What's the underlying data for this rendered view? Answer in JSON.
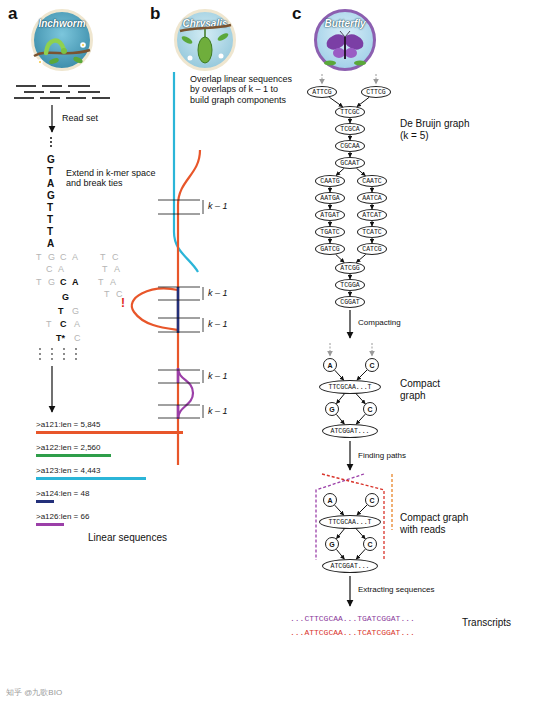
{
  "diagram": {
    "nodes": [
      {
        "text": [
          "Inchworm"
        ]
      },
      {
        "text": [
          "Chrysalis"
        ]
      },
      {
        "text": [
          "Butterfly"
        ]
      },
      {
        "text": [
          "ATTCG"
        ]
      },
      {
        "text": [
          "CTTCG"
        ]
      },
      {
        "text": [
          "TTCGC"
        ]
      },
      {
        "text": [
          "TCGCA"
        ]
      },
      {
        "text": [
          "CGCAA"
        ]
      },
      {
        "text": [
          "GCAAT"
        ]
      },
      {
        "text": [
          "CAATG"
        ]
      },
      {
        "text": [
          "CAATC"
        ]
      },
      {
        "text": [
          "AATGA"
        ]
      },
      {
        "text": [
          "AATCA"
        ]
      },
      {
        "text": [
          "ATGAT"
        ]
      },
      {
        "text": [
          "ATCAT"
        ]
      },
      {
        "text": [
          "TGATC"
        ]
      },
      {
        "text": [
          "TCATC"
        ]
      },
      {
        "text": [
          "GATCG"
        ]
      },
      {
        "text": [
          "CATCG"
        ]
      },
      {
        "text": [
          "ATCGG"
        ]
      },
      {
        "text": [
          "TCGGA"
        ]
      },
      {
        "text": [
          "CGGAT"
        ]
      },
      {
        "text": [
          "A"
        ]
      },
      {
        "text": [
          "C"
        ]
      },
      {
        "text": [
          "TTCGCAA...T"
        ]
      },
      {
        "text": [
          "G"
        ]
      },
      {
        "text": [
          "C"
        ]
      },
      {
        "text": [
          "ATCGGAT..."
        ]
      },
      {
        "text": [
          "A"
        ]
      },
      {
        "text": [
          "C"
        ]
      },
      {
        "text": [
          "TTCGCAA...T"
        ]
      },
      {
        "text": [
          "G"
        ]
      },
      {
        "text": [
          "C"
        ]
      },
      {
        "text": [
          "ATCGGAT..."
        ]
      }
    ],
    "edges": [
      {
        "from": 3,
        "to": 5,
        "arrow": "to"
      },
      {
        "from": 4,
        "to": 5,
        "arrow": "to"
      },
      {
        "from": 5,
        "to": 6,
        "arrow": "to"
      },
      {
        "from": 6,
        "to": 7,
        "arrow": "to"
      },
      {
        "from": 7,
        "to": 8,
        "arrow": "to"
      },
      {
        "from": 8,
        "to": 9,
        "arrow": "to"
      },
      {
        "from": 8,
        "to": 10,
        "arrow": "to"
      },
      {
        "from": 9,
        "to": 11,
        "arrow": "to"
      },
      {
        "from": 11,
        "to": 13,
        "arrow": "to"
      },
      {
        "from": 13,
        "to": 15,
        "arrow": "to"
      },
      {
        "from": 15,
        "to": 17,
        "arrow": "to"
      },
      {
        "from": 17,
        "to": 19,
        "arrow": "to"
      },
      {
        "from": 10,
        "to": 12,
        "arrow": "to"
      },
      {
        "from": 12,
        "to": 14,
        "arrow": "to"
      },
      {
        "from": 14,
        "to": 16,
        "arrow": "to"
      },
      {
        "from": 16,
        "to": 18,
        "arrow": "to"
      },
      {
        "from": 18,
        "to": 19,
        "arrow": "to"
      },
      {
        "from": 19,
        "to": 20,
        "arrow": "to"
      },
      {
        "from": 20,
        "to": 21,
        "arrow": "to"
      },
      {
        "from": 22,
        "to": 24,
        "arrow": "to"
      },
      {
        "from": 23,
        "to": 24,
        "arrow": "to"
      },
      {
        "from": 24,
        "to": 25,
        "arrow": "to"
      },
      {
        "from": 24,
        "to": 26,
        "arrow": "to"
      },
      {
        "from": 25,
        "to": 27,
        "arrow": "to"
      },
      {
        "from": 26,
        "to": 27,
        "arrow": "to"
      },
      {
        "from": 28,
        "to": 30,
        "arrow": "to"
      },
      {
        "from": 29,
        "to": 30,
        "arrow": "to"
      },
      {
        "from": 30,
        "to": 31,
        "arrow": "to"
      },
      {
        "from": 30,
        "to": 32,
        "arrow": "to"
      },
      {
        "from": 31,
        "to": 33,
        "arrow": "to"
      },
      {
        "from": 32,
        "to": 33,
        "arrow": "to"
      }
    ],
    "labels": [
      "a",
      "b",
      "c",
      "Read set",
      "Extend in k-mer space and break ties",
      "G",
      "T",
      "A",
      "G",
      "T",
      "T",
      "T",
      "A",
      "T",
      "G",
      "C",
      "A",
      "T",
      "C",
      "C",
      "A",
      "T",
      "A",
      "T",
      "G",
      "C",
      "A",
      "T",
      "A",
      "T",
      "C",
      "!",
      "G",
      "T",
      "G",
      "T",
      "C",
      "A",
      "T*",
      "C",
      ">a121:len = 5,845",
      ">a122:len = 2,560",
      ">a123:len = 4,443",
      ">a124:len = 48",
      ">a126:len = 66",
      "Linear sequences",
      "Overlap linear sequences by overlaps of k – 1 to build graph components",
      "k – 1",
      "k – 1",
      "k – 1",
      "k – 1",
      "k – 1",
      "De Bruijn graph (k = 5)",
      "Compacting",
      "Compact graph",
      "Finding paths",
      "Compact graph with reads",
      "Extracting sequences",
      "...CTTCGCAA...TGATCGGAT...",
      "...ATTCGCAA...TCATCGGAT...",
      "Transcripts",
      "知乎 @九歌BIO"
    ]
  }
}
